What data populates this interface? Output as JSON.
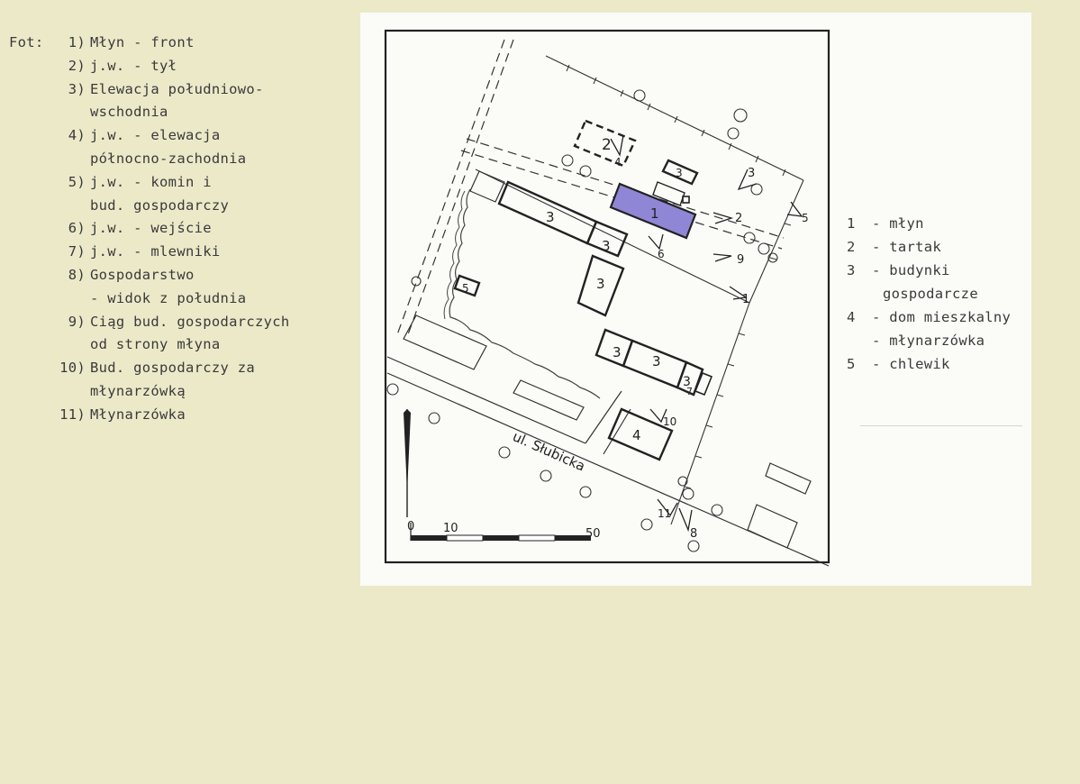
{
  "captions": {
    "prefix": "Fot:",
    "items": [
      {
        "num": "1)",
        "lines": [
          "Młyn - front"
        ]
      },
      {
        "num": "2)",
        "lines": [
          "j.w. - tył"
        ]
      },
      {
        "num": "3)",
        "lines": [
          "Elewacja południowo-",
          "wschodnia"
        ]
      },
      {
        "num": "4)",
        "lines": [
          "j.w. - elewacja",
          "północno-zachodnia"
        ]
      },
      {
        "num": "5)",
        "lines": [
          "j.w. - komin i",
          "bud. gospodarczy"
        ]
      },
      {
        "num": "6)",
        "lines": [
          "j.w. - wejście"
        ]
      },
      {
        "num": "7)",
        "lines": [
          "j.w. - mlewniki"
        ]
      },
      {
        "num": "8)",
        "lines": [
          "Gospodarstwo",
          "- widok z południa"
        ]
      },
      {
        "num": "9)",
        "lines": [
          "Ciąg bud. gospodarczych",
          "od strony młyna"
        ]
      },
      {
        "num": "10)",
        "lines": [
          "Bud. gospodarczy za",
          "młynarzówką"
        ]
      },
      {
        "num": "11)",
        "lines": [
          "Młynarzówka"
        ]
      }
    ]
  },
  "legend": [
    {
      "key": "1",
      "lines": [
        "- młyn"
      ]
    },
    {
      "key": "2",
      "lines": [
        "- tartak"
      ]
    },
    {
      "key": "3",
      "lines": [
        "- budynki",
        "gospodarcze"
      ]
    },
    {
      "key": "4",
      "lines": [
        "- dom mieszkalny",
        "- młynarzówka"
      ]
    },
    {
      "key": "5",
      "lines": [
        "- chlewik"
      ]
    }
  ],
  "map": {
    "street_label": "ul. Słubicka",
    "mill_color": "#8f86d6",
    "building_labels": {
      "mill": "1",
      "sawmill": "2",
      "outbuilding": "3",
      "house": "4",
      "pigsty": "5"
    },
    "photo_numbers": [
      "1",
      "2",
      "3",
      "4",
      "5",
      "6",
      "7",
      "8",
      "9",
      "10",
      "11"
    ],
    "scale_labels": [
      "0",
      "10",
      "50"
    ],
    "north_arrow_glyph": "↑"
  }
}
